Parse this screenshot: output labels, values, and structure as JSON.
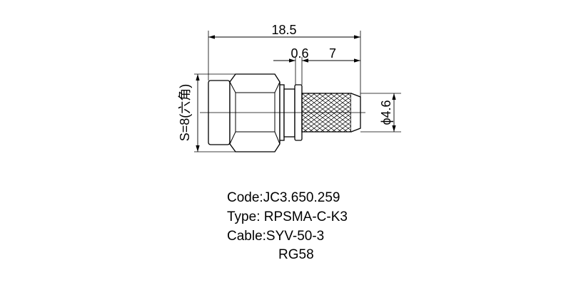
{
  "drawing": {
    "dimensions": {
      "overall_length": "18.5",
      "flange_width": "0.6",
      "crimp_length": "7",
      "hex_size": "S=8(六角)",
      "crimp_diameter": "ϕ4.6"
    },
    "line_color": "#000000"
  },
  "specs": {
    "code": "Code:JC3.650.259",
    "type": "Type: RPSMA-C-K3",
    "cable": "Cable:SYV-50-3",
    "cable_alt": "RG58"
  }
}
